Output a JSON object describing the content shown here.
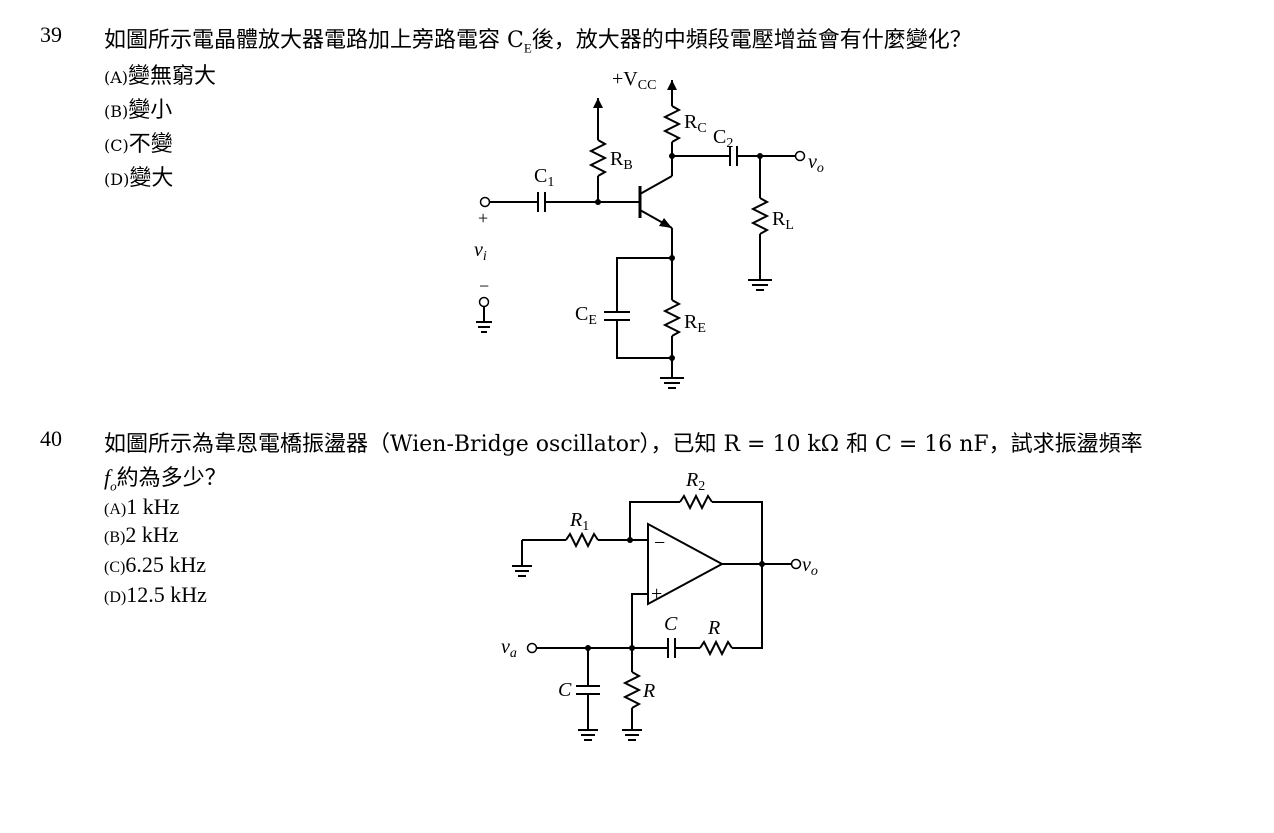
{
  "questions": [
    {
      "number": "39",
      "stem_a": "如圖所示電晶體放大器電路加上旁路電容 C",
      "stem_sub": "E",
      "stem_b": "後，放大器的中頻段電壓增益會有什麼變化？",
      "options": [
        {
          "label": "(A)",
          "text": "變無窮大"
        },
        {
          "label": "(B)",
          "text": "變小"
        },
        {
          "label": "(C)",
          "text": "不變"
        },
        {
          "label": "(D)",
          "text": "變大"
        }
      ],
      "figure": {
        "vcc": "+V",
        "vcc_sub": "CC",
        "rb": "R",
        "rb_sub": "B",
        "rc": "R",
        "rc_sub": "C",
        "c1": "C",
        "c1_sub": "1",
        "c2": "C",
        "c2_sub": "2",
        "vo": "v",
        "vo_sub": "o",
        "rl": "R",
        "rl_sub": "L",
        "vi": "v",
        "vi_sub": "i",
        "plus": "+",
        "minus": "−",
        "ce": "C",
        "ce_sub": "E",
        "re": "R",
        "re_sub": "E"
      }
    },
    {
      "number": "40",
      "stem_line1": "如圖所示為韋恩電橋振盪器（Wien-Bridge oscillator），已知 R = 10 kΩ 和 C = 16 nF，試求振盪頻率",
      "stem_f": "f",
      "stem_fsub": "o",
      "stem_line2": "約為多少？",
      "options": [
        {
          "label": "(A)",
          "text": "1 kHz"
        },
        {
          "label": "(B)",
          "text": "2 kHz"
        },
        {
          "label": "(C)",
          "text": "6.25 kHz"
        },
        {
          "label": "(D)",
          "text": "12.5 kHz"
        }
      ],
      "figure": {
        "r1": "R",
        "r1_sub": "1",
        "r2": "R",
        "r2_sub": "2",
        "vo": "v",
        "vo_sub": "o",
        "va": "v",
        "va_sub": "a",
        "c_series": "C",
        "r_series": "R",
        "c_shunt": "C",
        "r_shunt": "R",
        "minus": "−",
        "plus": "+"
      }
    }
  ]
}
